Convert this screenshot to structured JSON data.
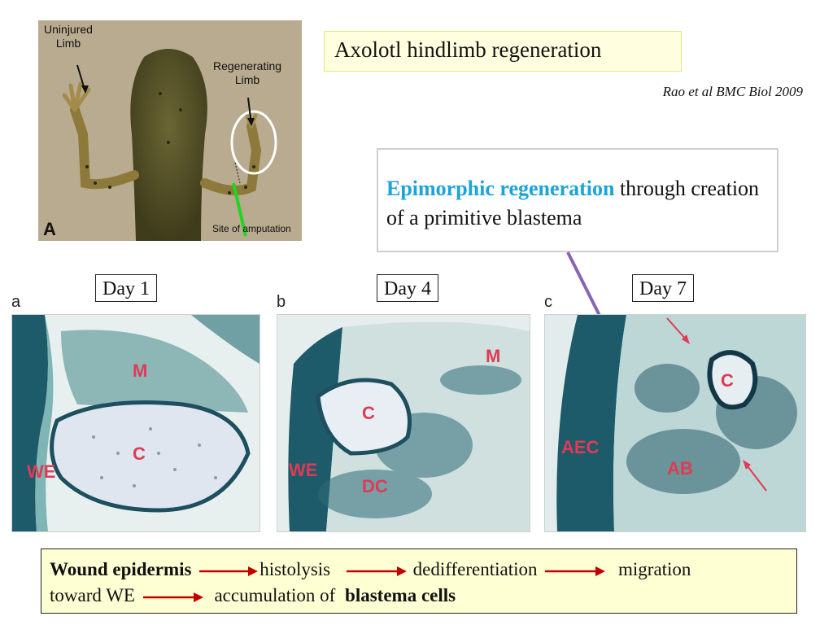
{
  "photo": {
    "label_uninjured": "Uninjured\nLimb",
    "label_regenerating": "Regenerating\nLimb",
    "label_amputation": "Site of amputation",
    "panel_letter": "A"
  },
  "title": "Axolotl hindlimb regeneration",
  "citation": "Rao et al BMC Biol 2009",
  "epimorphic": {
    "highlight": "Epimorphic regeneration",
    "rest": " through creation of a primitive blastema"
  },
  "days": [
    {
      "label": "Day 1",
      "letter": "a"
    },
    {
      "label": "Day 4",
      "letter": "b"
    },
    {
      "label": "Day 7",
      "letter": "c"
    }
  ],
  "histology": {
    "day1": {
      "m": "M",
      "c": "C",
      "we": "WE"
    },
    "day4": {
      "m": "M",
      "c": "C",
      "we": "WE",
      "dc": "DC"
    },
    "day7": {
      "c": "C",
      "aec": "AEC",
      "ab": "AB"
    }
  },
  "flow": {
    "s1": "Wound epidermis",
    "s2": "histolysis",
    "s3": "dedifferentiation",
    "s4": "migration",
    "s5": "toward WE",
    "s6": "accumulation of",
    "s7": "blastema cells"
  },
  "colors": {
    "highlight": "#1ba3dc",
    "tissue_label": "#e03a54",
    "flow_arrow": "#c00000",
    "pointer_arrow": "#8a64b4"
  }
}
